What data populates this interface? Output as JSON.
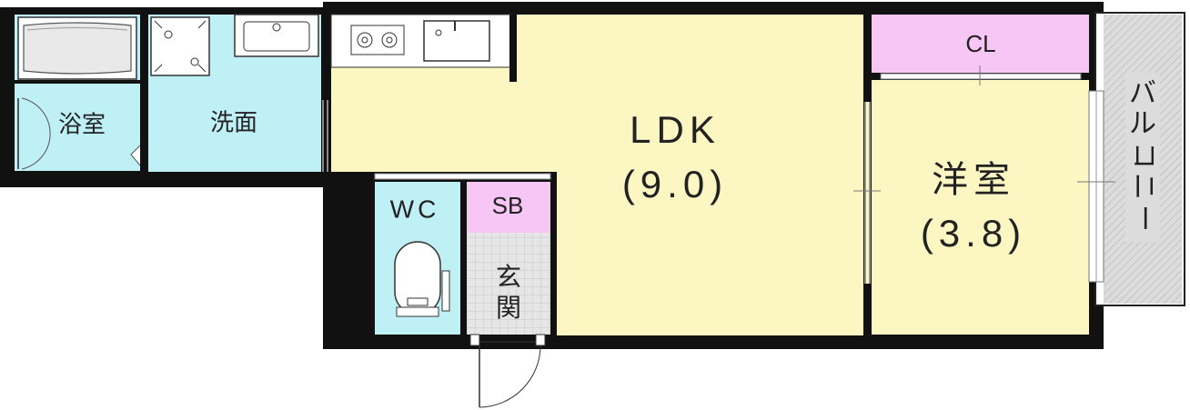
{
  "rooms": {
    "bath": "浴室",
    "washroom": "洗面",
    "ldk_name": "LDK",
    "ldk_size": "(9.0)",
    "western_name": "洋室",
    "western_size": "(3.8)",
    "closet": "CL",
    "wc": "WC",
    "shoebox": "SB",
    "entrance_1": "玄",
    "entrance_2": "関",
    "balcony": [
      "バ",
      "ル",
      "コ",
      "ニ",
      "ー"
    ]
  },
  "colors": {
    "wall": "#111111",
    "wet_area": "#bff0f5",
    "living": "#fbf6c2",
    "storage": "#f8c6f5",
    "entrance_floor": "#e3e3e3",
    "balcony": "#d8d8d8",
    "fixture": "#ffffff"
  }
}
